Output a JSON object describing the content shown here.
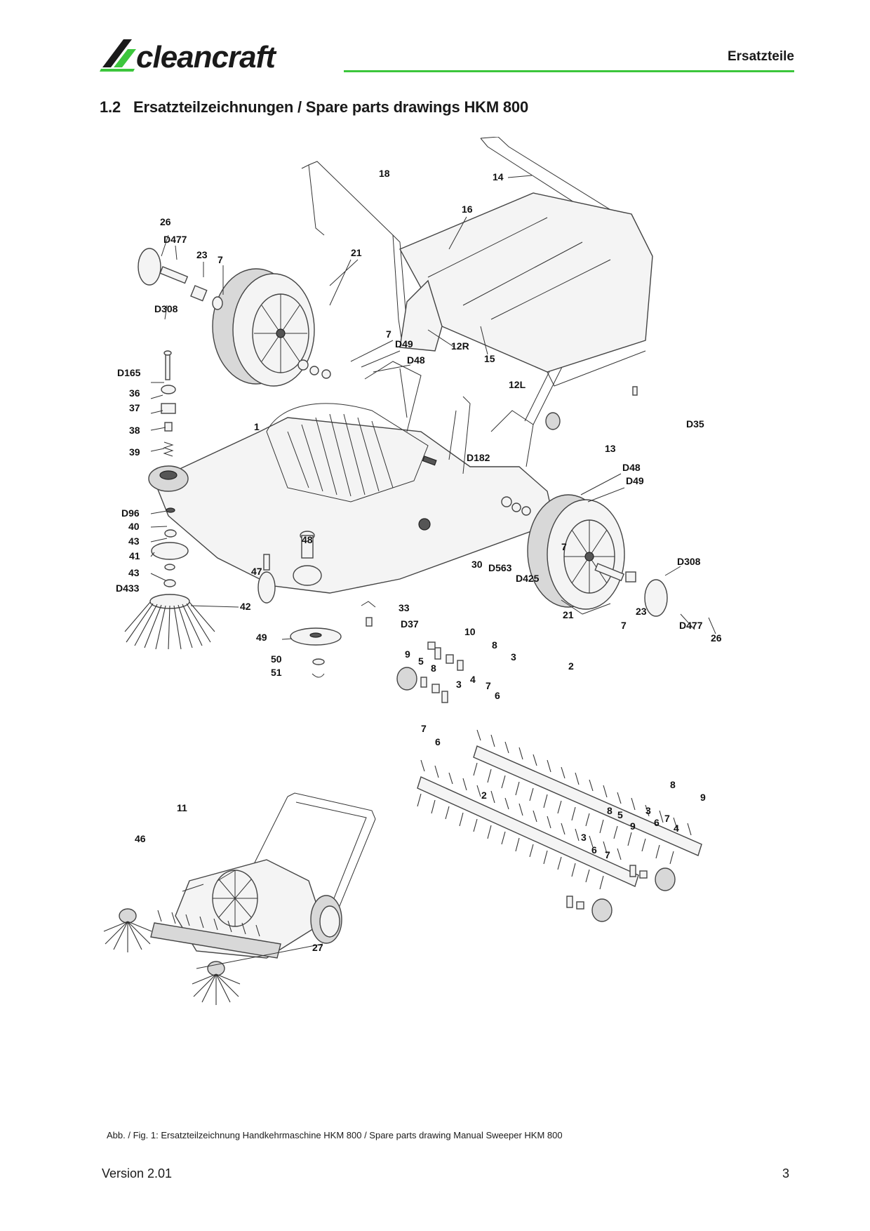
{
  "header": {
    "brand": "cleancraft",
    "section": "Ersatzteile",
    "accent_color": "#3cc63c"
  },
  "heading": {
    "number": "1.2",
    "text": "Ersatzteilzeichnungen / Spare parts drawings HKM 800"
  },
  "drawing": {
    "labels": {
      "l18": "18",
      "l14": "14",
      "l16": "16",
      "l26a": "26",
      "lD477a": "D477",
      "l23a": "23",
      "l7a": "7",
      "l21a": "21",
      "lD308a": "D308",
      "l7b": "7",
      "lD49a": "D49",
      "lD48a": "D48",
      "l12R": "12R",
      "l15": "15",
      "lD165": "D165",
      "l36": "36",
      "l37": "37",
      "l12L": "12L",
      "l1": "1",
      "l38": "38",
      "l13": "13",
      "lD35": "D35",
      "l39": "39",
      "lD182": "D182",
      "lD48b": "D48",
      "lD49b": "D49",
      "lD96": "D96",
      "l40": "40",
      "l43a": "43",
      "l48": "48",
      "l7c": "7",
      "l41": "41",
      "lD308b": "D308",
      "l47": "47",
      "l30": "30",
      "lD563": "D563",
      "l43b": "43",
      "lD425": "D425",
      "lD433": "D433",
      "l42": "42",
      "l23b": "23",
      "l33": "33",
      "l21b": "21",
      "lD37": "D37",
      "l7d": "7",
      "lD477b": "D477",
      "l10": "10",
      "l26b": "26",
      "l49": "49",
      "l8a": "8",
      "l9a": "9",
      "l5a": "5",
      "l3a": "3",
      "l2a": "2",
      "l50": "50",
      "l8b": "8",
      "l4a": "4",
      "l51": "51",
      "l7e": "7",
      "l6a": "6",
      "l3b": "3",
      "l7f": "7",
      "l6b": "6",
      "l8c": "8",
      "l9b": "9",
      "l2b": "2",
      "l11": "11",
      "l8d": "8",
      "l3c": "3",
      "l6c": "6",
      "l4b": "4",
      "l7g": "7",
      "l5b": "5",
      "l9c": "9",
      "l46": "46",
      "l3d": "3",
      "l6d": "6",
      "l7h": "7",
      "l27": "27"
    }
  },
  "caption": "Abb. / Fig. 1: Ersatzteilzeichnung Handkehrmaschine HKM 800 / Spare parts drawing Manual Sweeper HKM 800",
  "footer": {
    "version": "Version 2.01",
    "page": "3"
  }
}
